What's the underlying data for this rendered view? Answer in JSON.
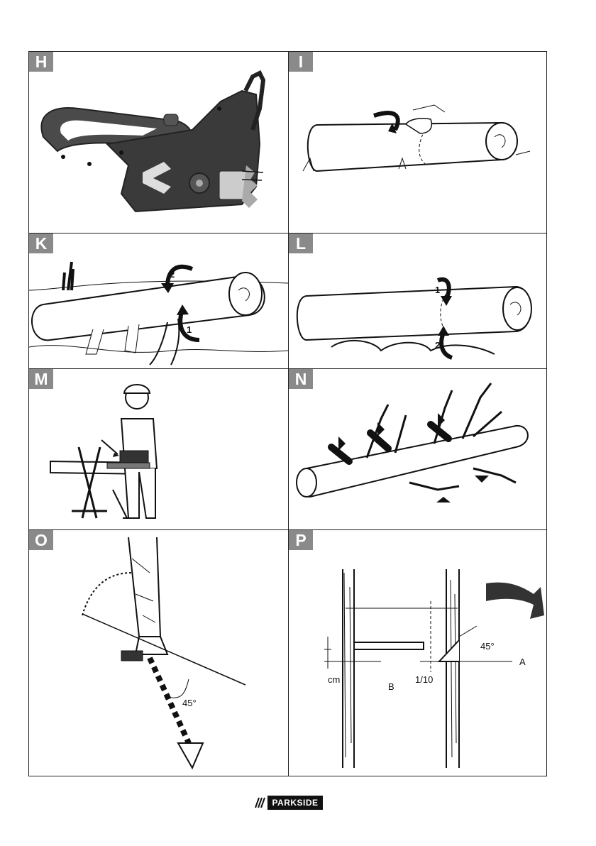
{
  "panels": [
    {
      "id": "H",
      "label": "H"
    },
    {
      "id": "I",
      "label": "I"
    },
    {
      "id": "K",
      "label": "K"
    },
    {
      "id": "L",
      "label": "L"
    },
    {
      "id": "M",
      "label": "M"
    },
    {
      "id": "N",
      "label": "N"
    },
    {
      "id": "O",
      "label": "O"
    },
    {
      "id": "P",
      "label": "P"
    }
  ],
  "annotations": {
    "k_step_1": "1",
    "k_step_2": "2",
    "l_step_1": "1",
    "l_step_2": "2",
    "o_angle": "45°",
    "p_angle": "45°",
    "p_label_a": "A",
    "p_label_b": "B",
    "p_unit_cm": "cm",
    "p_fraction": "1/10"
  },
  "footer": {
    "brand": "PARKSIDE"
  },
  "colors": {
    "badge": "#8a8a8a",
    "line": "#222222",
    "tool_body": "#3a3a3a"
  }
}
